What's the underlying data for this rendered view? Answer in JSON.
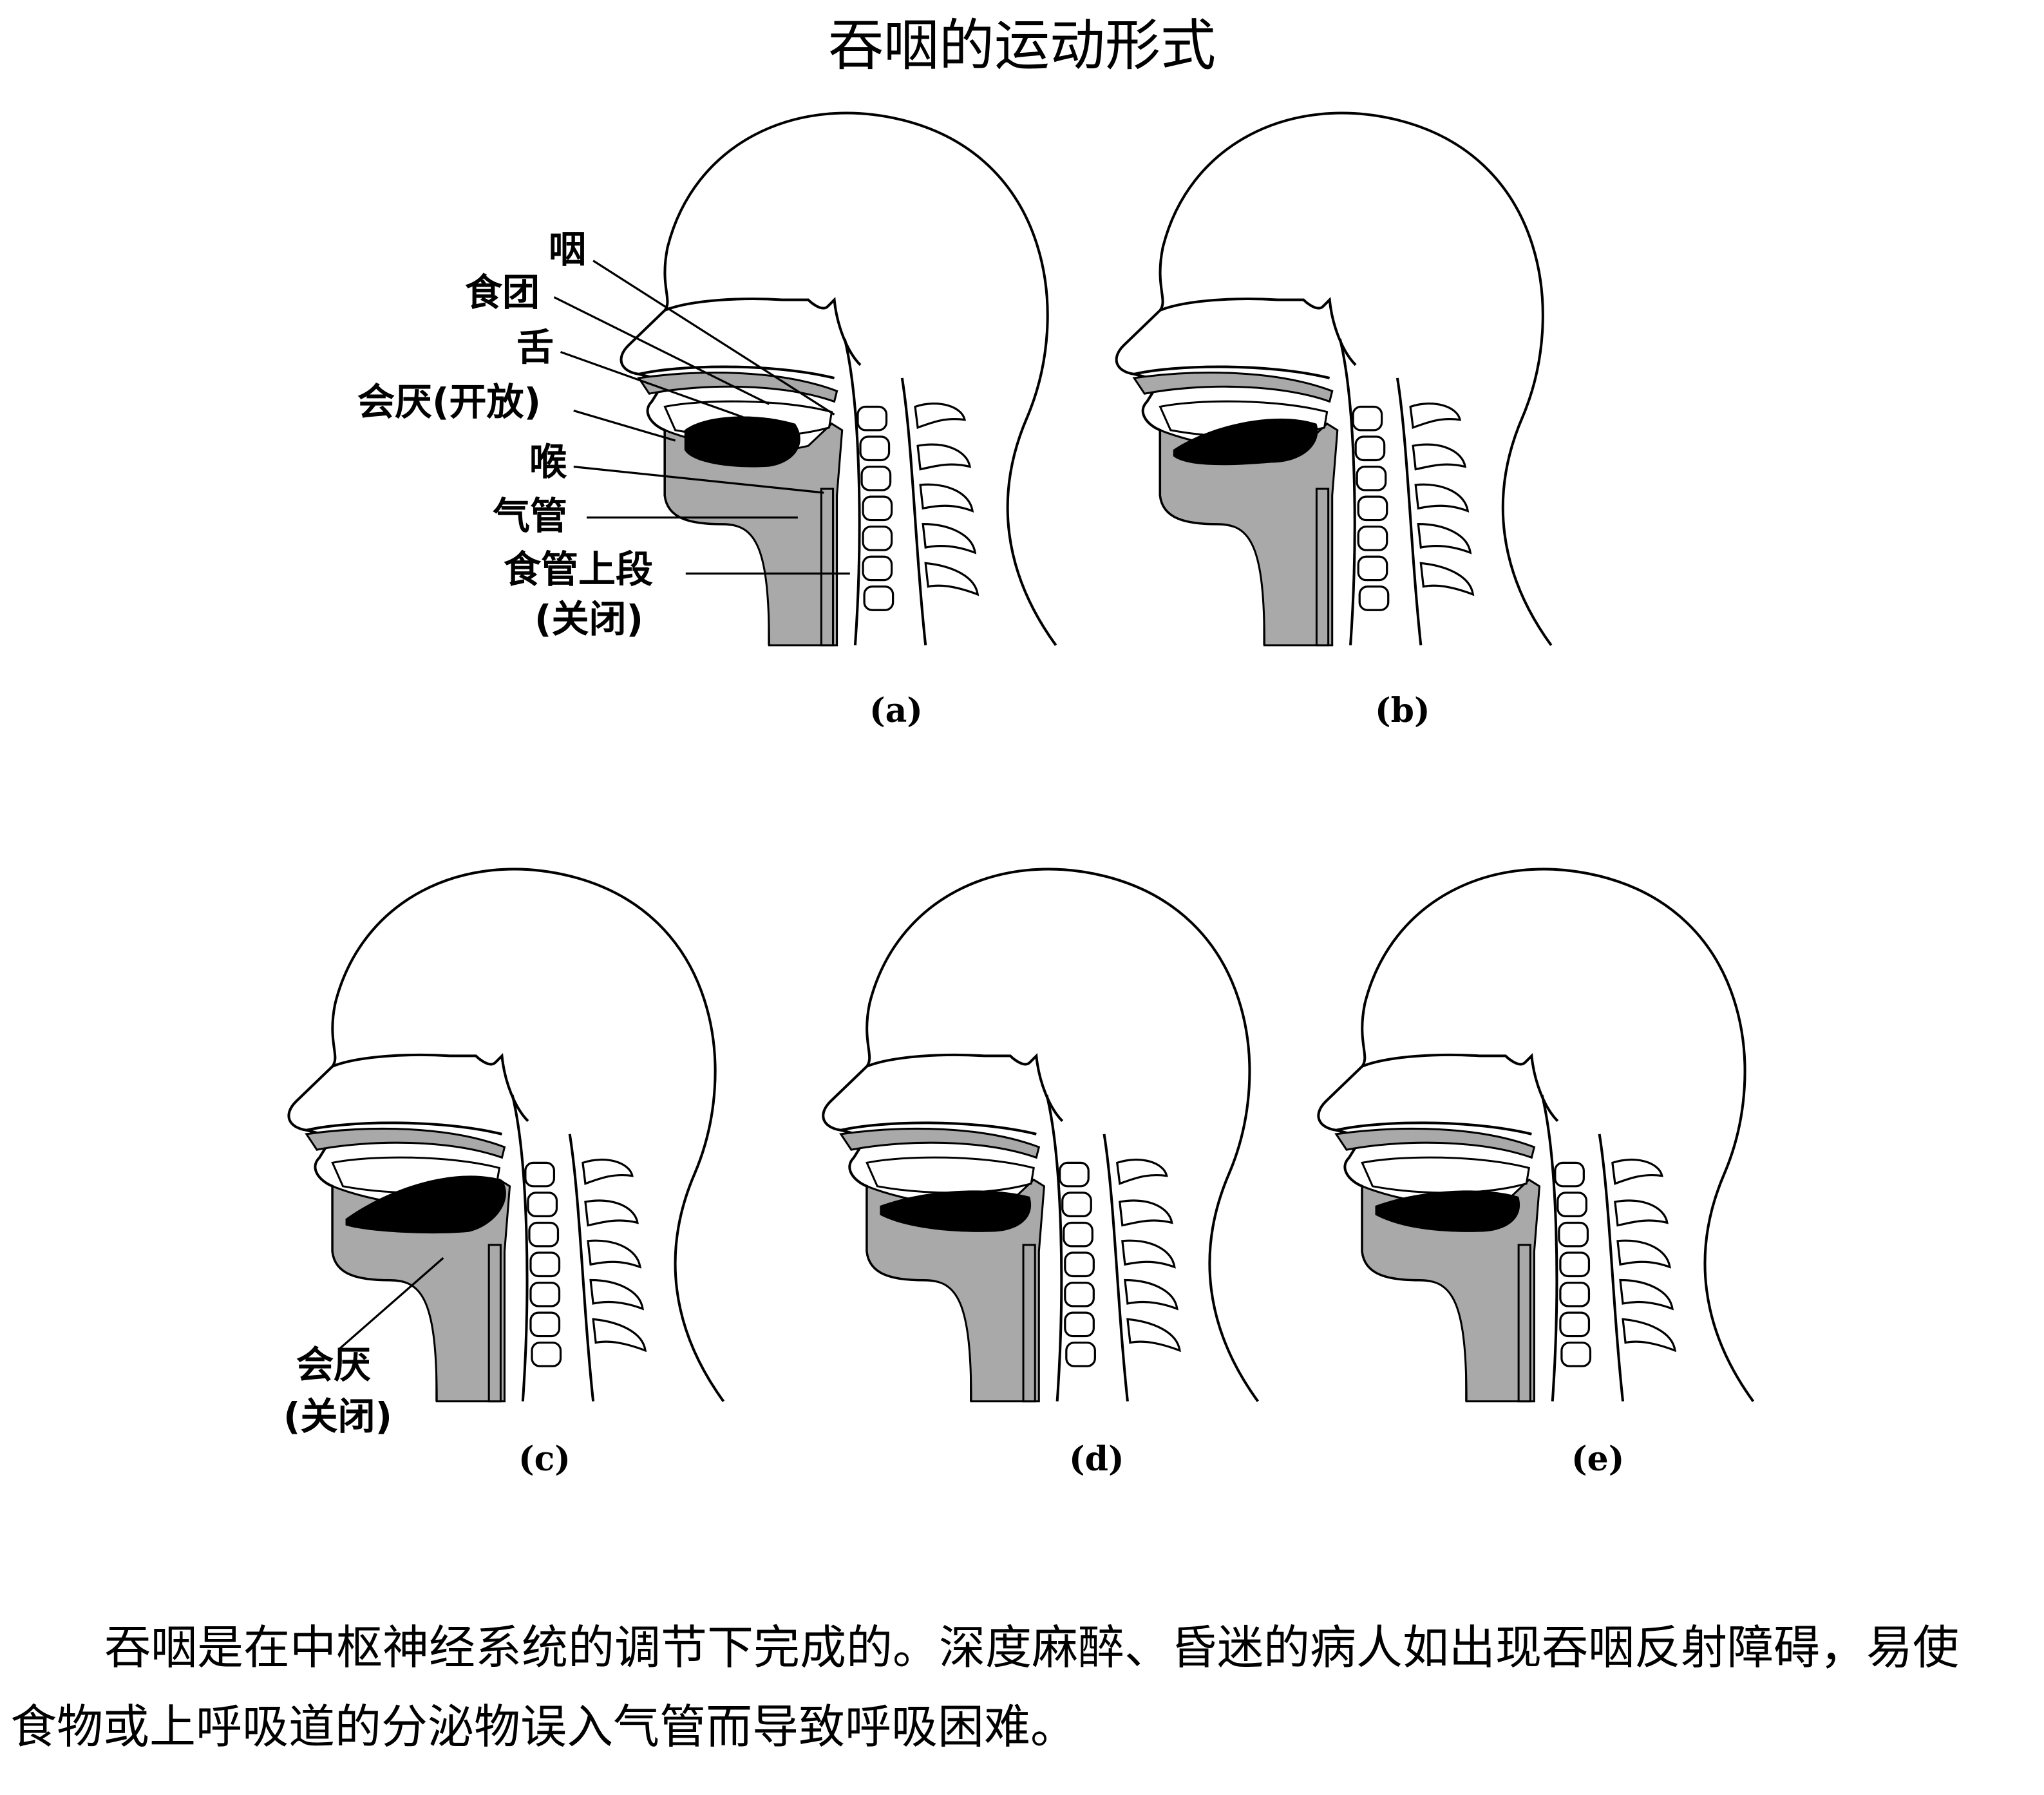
{
  "title": "吞咽的运动形式",
  "labels_a": {
    "pharynx": "咽",
    "bolus": "食团",
    "tongue": "舌",
    "epiglottis_open": "会厌(开放)",
    "larynx": "喉",
    "trachea": "气管",
    "upper_esophagus": "食管上段",
    "closed": "(关闭)"
  },
  "labels_c": {
    "epiglottis": "会厌",
    "closed": "(关闭)"
  },
  "captions": [
    "(a)",
    "(b)",
    "(c)",
    "(d)",
    "(e)"
  ],
  "paragraph": {
    "line1": "吞咽是在中枢神经系统的调节下完成的。深度麻醉、昏迷的病人如出现吞咽反射障碍，易使",
    "line2": "食物或上呼吸道的分泌物误入气管而导致呼吸困难。"
  },
  "colors": {
    "grey": "#a9a9a9",
    "ink": "#000000"
  }
}
